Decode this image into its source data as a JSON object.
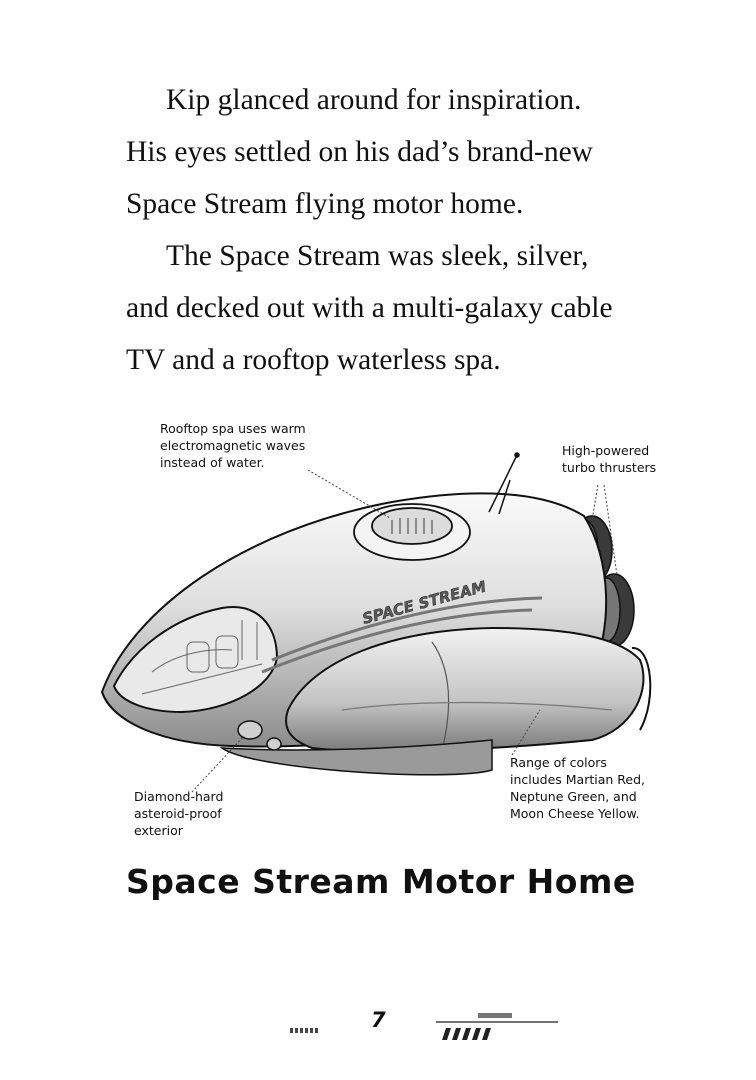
{
  "story": {
    "lines": [
      "Kip glanced around for inspiration.",
      "His eyes settled on his dad’s brand-new",
      "Space Stream flying motor home.",
      "The Space Stream was sleek, silver,",
      "and decked out with a multi-galaxy cable",
      "TV and a rooftop waterless spa."
    ]
  },
  "illustration": {
    "hull_text": "SPACE STREAM",
    "callouts": {
      "spa": [
        "Rooftop spa uses warm",
        "electromagnetic waves",
        "instead of water."
      ],
      "thrusters": [
        "High-powered",
        "turbo thrusters"
      ],
      "colors": [
        "Range of colors",
        "includes Martian Red,",
        "Neptune Green, and",
        "Moon Cheese Yellow."
      ],
      "exterior": [
        "Diamond-hard",
        "asteroid-proof",
        "exterior"
      ]
    }
  },
  "caption": "Space Stream Motor Home",
  "footer": {
    "page_number": "7"
  }
}
